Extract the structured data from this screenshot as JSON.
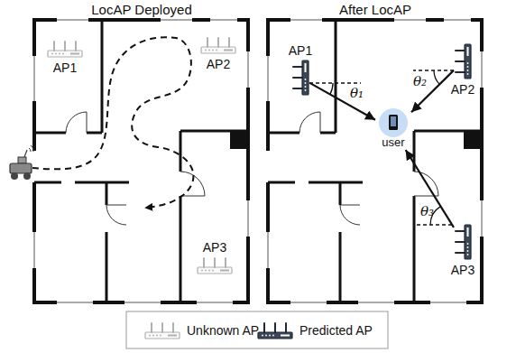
{
  "diagram": {
    "nodes": [
      {
        "text": [
          "LocAP Deployed"
        ]
      },
      {
        "text": [
          "AP1"
        ],
        "in": 0
      },
      {
        "text": [
          "AP2"
        ],
        "in": 0
      },
      {
        "text": [
          "AP3"
        ],
        "in": 0
      },
      {
        "text": [
          "After LocAP"
        ]
      },
      {
        "text": [
          "AP1"
        ],
        "in": 4
      },
      {
        "text": [
          "AP2"
        ],
        "in": 4
      },
      {
        "text": [
          "user"
        ],
        "in": 4
      },
      {
        "text": [
          "AP3"
        ],
        "in": 4
      }
    ],
    "edges": [
      {
        "from": 5,
        "to": 7,
        "arrow": "to"
      },
      {
        "from": 6,
        "to": 7,
        "arrow": "to"
      },
      {
        "from": 8,
        "to": 7,
        "arrow": "to"
      }
    ],
    "labels": [
      "θ₁",
      "θ₂",
      "θ₃"
    ],
    "legend": [
      {
        "text": "Unknown AP"
      },
      {
        "text": "Predicted AP"
      }
    ]
  }
}
